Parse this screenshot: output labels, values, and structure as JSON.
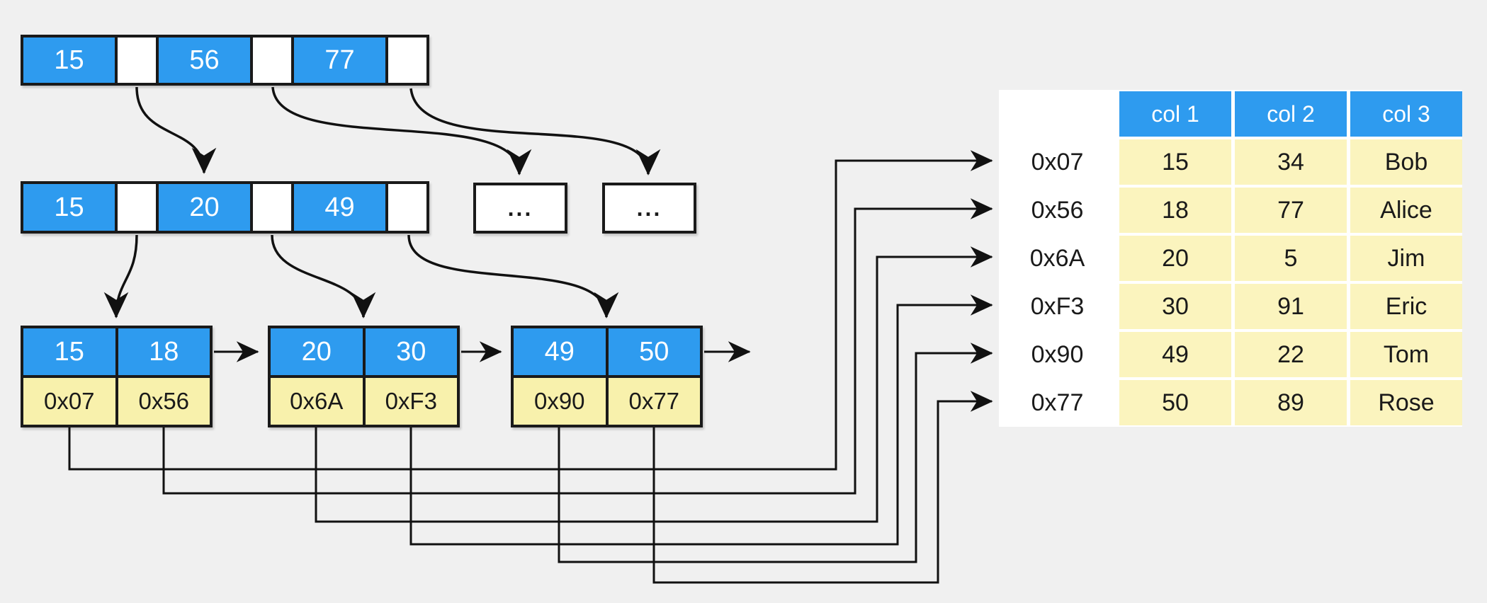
{
  "colors": {
    "background": "#F0F0F0",
    "node_blue": "#2E9BEF",
    "leaf_yellow": "#F8F1AC",
    "table_yellow": "#FBF4BE",
    "border_black": "#1A1A1A",
    "line_black": "#111111",
    "panel_white": "#FFFFFF"
  },
  "tree": {
    "root": {
      "keys": [
        "15",
        "56",
        "77"
      ]
    },
    "internal": {
      "keys": [
        "15",
        "20",
        "49"
      ]
    },
    "ellipsis1": "...",
    "ellipsis2": "...",
    "leaves": [
      {
        "keys": [
          "15",
          "18"
        ],
        "ptrs": [
          "0x07",
          "0x56"
        ]
      },
      {
        "keys": [
          "20",
          "30"
        ],
        "ptrs": [
          "0x6A",
          "0xF3"
        ]
      },
      {
        "keys": [
          "49",
          "50"
        ],
        "ptrs": [
          "0x90",
          "0x77"
        ]
      }
    ]
  },
  "table": {
    "headers": [
      "col 1",
      "col 2",
      "col 3"
    ],
    "rows": [
      {
        "addr": "0x07",
        "cells": [
          "15",
          "34",
          "Bob"
        ]
      },
      {
        "addr": "0x56",
        "cells": [
          "18",
          "77",
          "Alice"
        ]
      },
      {
        "addr": "0x6A",
        "cells": [
          "20",
          "5",
          "Jim"
        ]
      },
      {
        "addr": "0xF3",
        "cells": [
          "30",
          "91",
          "Eric"
        ]
      },
      {
        "addr": "0x90",
        "cells": [
          "49",
          "22",
          "Tom"
        ]
      },
      {
        "addr": "0x77",
        "cells": [
          "50",
          "89",
          "Rose"
        ]
      }
    ]
  }
}
